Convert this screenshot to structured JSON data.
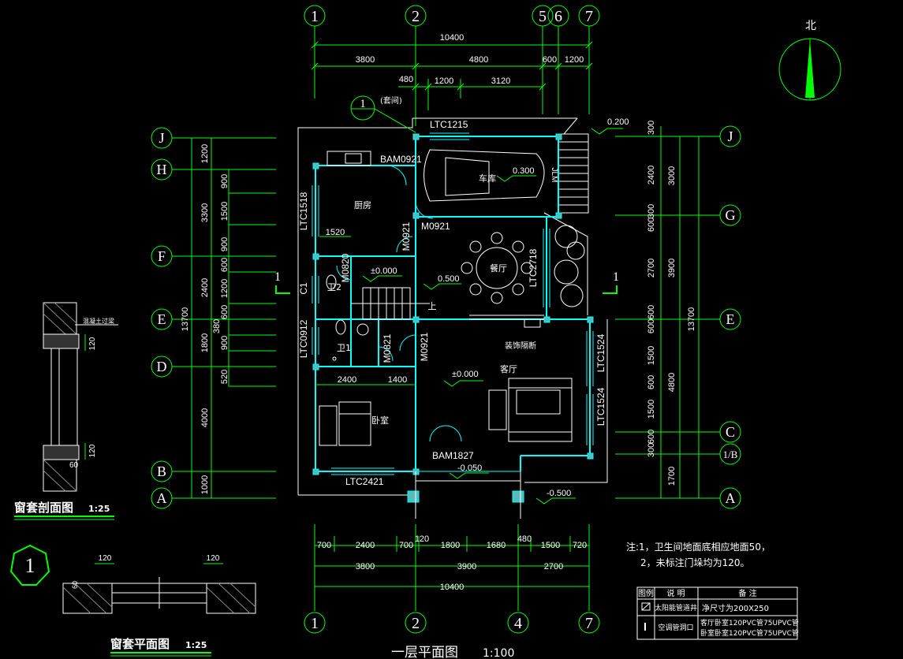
{
  "main_title": "一层平面图",
  "main_scale": "1:100",
  "north_label": "北",
  "top_axes": [
    "1",
    "2",
    "5",
    "6",
    "7"
  ],
  "bottom_axes": [
    "1",
    "2",
    "4",
    "7"
  ],
  "left_axes": [
    "J",
    "H",
    "F",
    "E",
    "D",
    "B",
    "A"
  ],
  "right_axes": [
    "J",
    "G",
    "E",
    "C",
    "1/B",
    "A"
  ],
  "top_dims": {
    "total": "10400",
    "row2": [
      "3800",
      "4800",
      "600",
      "1200"
    ],
    "row3": [
      "480",
      "1200",
      "3120"
    ]
  },
  "bottom_dims": {
    "row1": [
      "700",
      "2400",
      "700",
      "120",
      "1800",
      "1680",
      "480",
      "1500",
      "720"
    ],
    "row2": [
      "3800",
      "3900",
      "2700"
    ],
    "total": "10400"
  },
  "left_dims": {
    "outer": [
      "1200",
      "3300",
      "2400",
      "1800",
      "4000",
      "1000"
    ],
    "total": "13700",
    "inner": [
      "900",
      "1500",
      "900",
      "600",
      "1200",
      "600",
      "380",
      "900",
      "520"
    ]
  },
  "right_dims": {
    "inner": [
      "300",
      "2400",
      "300",
      "600",
      "2700",
      "600",
      "600",
      "1500",
      "600",
      "1500",
      "600",
      "300"
    ],
    "mid": [
      "3000",
      "3900",
      "4800",
      "1700"
    ],
    "total": "13700"
  },
  "rooms": {
    "garage": "车库",
    "kitchen": "厨房",
    "dining": "餐厅",
    "living": "客厅",
    "bedroom": "卧室",
    "wc1": "卫1",
    "wc2": "卫2",
    "decor": "装饰隔断",
    "up": "上"
  },
  "labels": {
    "ltc1215": "LTC1215",
    "bam0921": "BAM0921",
    "m0921a": "M0921",
    "m0921b": "M0921",
    "m0921c": "M0921",
    "m0820": "M0820",
    "m0821": "M0821",
    "ltc1518": "LTC1518",
    "ltc0912": "LTC0912",
    "c1": "C1",
    "ltc2718": "LTC2718",
    "ltc1524a": "LTC1524",
    "ltc1524b": "LTC1524",
    "bam1827": "BAM1827",
    "ltc2421": "LTC2421",
    "jlm": "JLM",
    "k1520": "1520",
    "k2400": "2400",
    "k1400": "1400"
  },
  "levels": {
    "l0200": "0.200",
    "l0300": "0.300",
    "l0500": "0.500",
    "lpm0a": "±0.000",
    "lpm0b": "±0.000",
    "lm0050": "-0.050",
    "lm0500": "-0.500"
  },
  "section_marks": [
    "1",
    "1"
  ],
  "detail_ref": {
    "num": "1",
    "note": "(套间)"
  },
  "section_detail": {
    "title": "窗套剖面图",
    "scale": "1:25",
    "note": "混凝土过梁",
    "d120a": "120",
    "d120b": "120",
    "d60": "60"
  },
  "plan_detail": {
    "num": "1",
    "title": "窗套平面图",
    "scale": "1:25",
    "d120a": "120",
    "d120b": "120",
    "d60": "60"
  },
  "notes": {
    "line1": "注:1，卫生间地面底相应地面50，",
    "line2": "2，未标注门垛均为120。"
  },
  "legend_table": {
    "headers": [
      "图例",
      "说 明",
      "备 注"
    ],
    "rows": [
      {
        "desc": "太阳能管道井",
        "remark": "净尺寸为200X250"
      },
      {
        "desc": "空调管洞口",
        "remark": "客厅卧室120PVC管75UPVC管",
        "remark2": "卧室卧室120PVC管75UPVC管"
      }
    ]
  }
}
